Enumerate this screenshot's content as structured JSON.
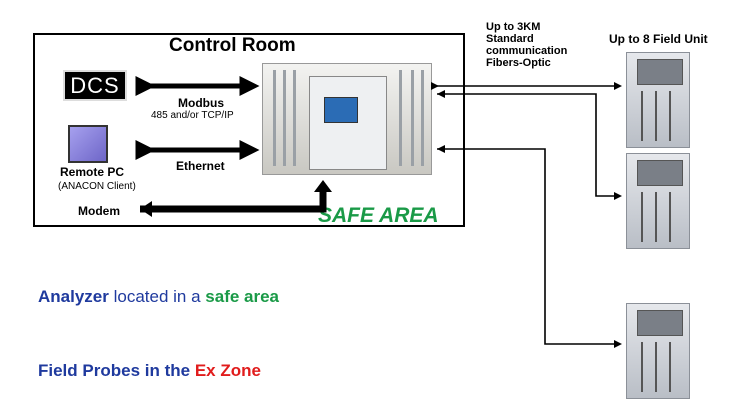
{
  "diagram": {
    "control_room_title": "Control Room",
    "dcs_label": "DCS",
    "modbus_label": "Modbus",
    "modbus_sub": "485 and/or TCP/IP",
    "ethernet_label": "Ethernet",
    "remote_pc_label": "Remote PC",
    "remote_pc_sub": "(ANACON Client)",
    "modem_label": "Modem",
    "safe_area_label": "SAFE AREA",
    "comm_line1": "Up to 3KM",
    "comm_line2": "Standard",
    "comm_line3": "communication",
    "comm_line4": "Fibers-Optic",
    "field_unit_title": "Up to 8 Field Unit"
  },
  "legend": {
    "line1_part1": "Analyzer",
    "line1_part2": " located in a ",
    "line1_part3": "safe area",
    "line2_part1": "Field Probes",
    "line2_part2": " in the ",
    "line2_part3": "Ex Zone"
  },
  "colors": {
    "safe_green": "#1a9a47",
    "legend_blue": "#1f3a9e",
    "ex_red": "#e11c1c"
  }
}
